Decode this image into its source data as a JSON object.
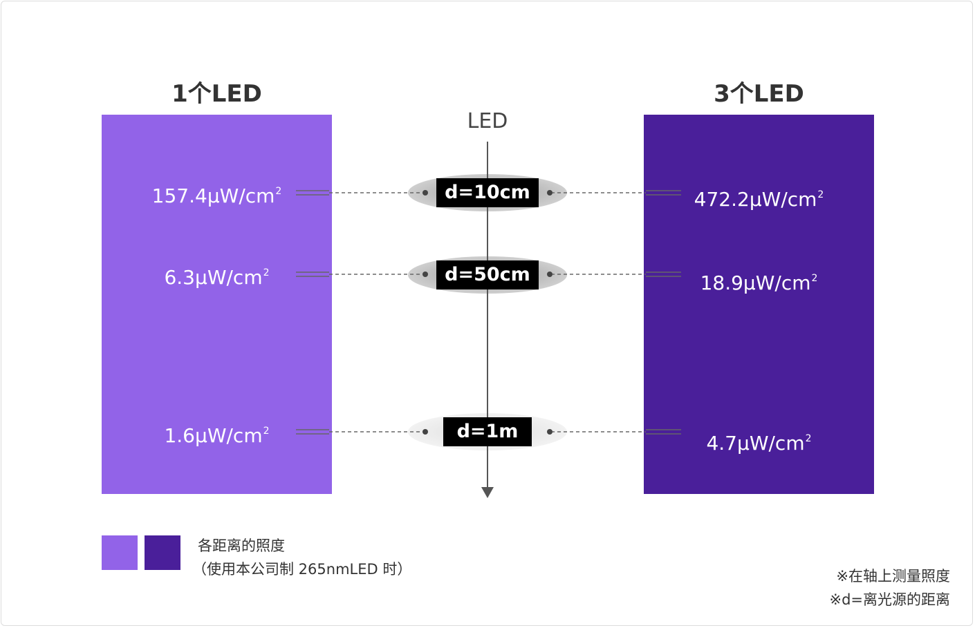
{
  "colors": {
    "single_led": "#9263e8",
    "triple_led": "#4a1f9a",
    "label_bg": "#000000"
  },
  "left_group": {
    "title": "1个LED",
    "values": [
      {
        "text": "157.4μW/cm",
        "sup": "2"
      },
      {
        "text": "6.3μW/cm",
        "sup": "2"
      },
      {
        "text": "1.6μW/cm",
        "sup": "2"
      }
    ]
  },
  "right_group": {
    "title": "3个LED",
    "values": [
      {
        "text": "472.2μW/cm",
        "sup": "2"
      },
      {
        "text": "18.9μW/cm",
        "sup": "2"
      },
      {
        "text": "4.7μW/cm",
        "sup": "2"
      }
    ]
  },
  "axis": {
    "source_label": "LED",
    "distances": [
      "d=10cm",
      "d=50cm",
      "d=1m"
    ]
  },
  "legend": {
    "line1": "各距离的照度",
    "line2": "（使用本公司制 265nmLED 时）"
  },
  "notes": {
    "line1": "※在轴上测量照度",
    "line2": "※d=离光源的距离"
  }
}
